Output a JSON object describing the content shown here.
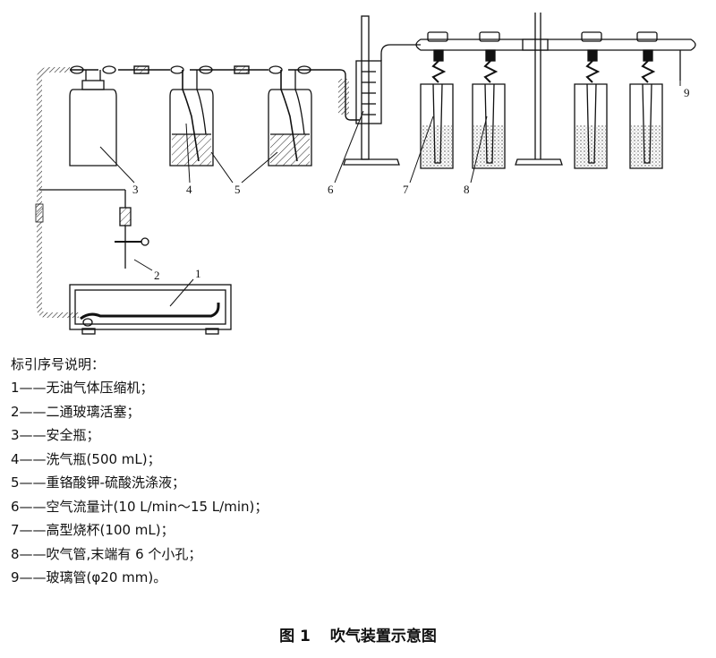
{
  "callouts": [
    "1",
    "2",
    "3",
    "4",
    "5",
    "5",
    "6",
    "7",
    "8",
    "9"
  ],
  "legend": {
    "title": "标引序号说明：",
    "items": [
      {
        "num": "1",
        "text": "无油气体压缩机；"
      },
      {
        "num": "2",
        "text": "二通玻璃活塞；"
      },
      {
        "num": "3",
        "text": "安全瓶；"
      },
      {
        "num": "4",
        "text": "洗气瓶(500 mL)；"
      },
      {
        "num": "5",
        "text": "重铬酸钾-硫酸洗涤液；"
      },
      {
        "num": "6",
        "text": "空气流量计(10 L/min～15 L/min)；"
      },
      {
        "num": "7",
        "text": "高型烧杯(100 mL)；"
      },
      {
        "num": "8",
        "text": "吹气管,末端有 6 个小孔；"
      },
      {
        "num": "9",
        "text": "玻璃管(φ20 mm)。"
      }
    ],
    "dash": "——"
  },
  "caption": {
    "label": "图 1",
    "title": "吹气装置示意图"
  }
}
